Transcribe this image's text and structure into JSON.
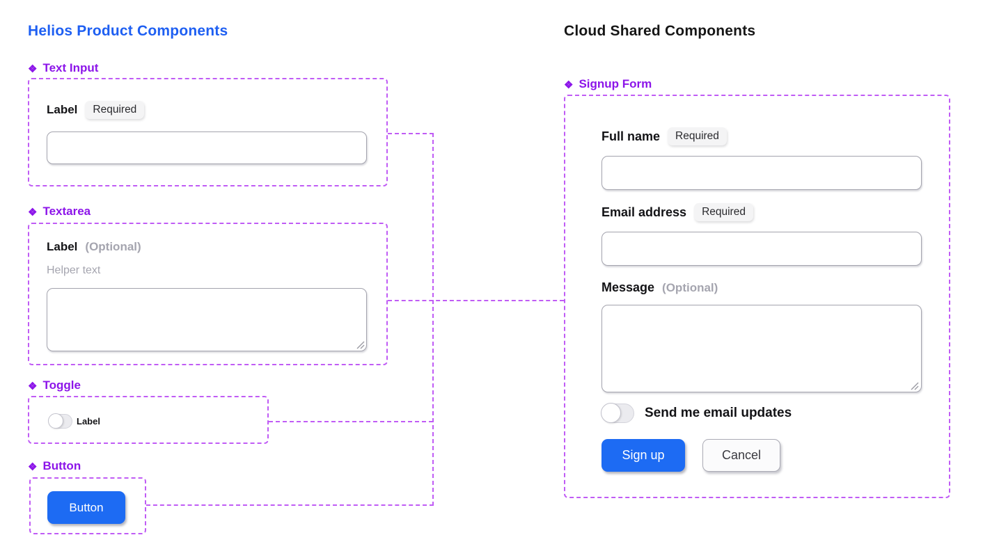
{
  "titles": {
    "left": "Helios Product Components",
    "right": "Cloud Shared Components"
  },
  "icons": {
    "component_glyph": "❖"
  },
  "colors": {
    "left_title_blue": "#1E5FF2",
    "right_title_black": "#161616",
    "component_heading_purple": "#8C15E9",
    "dashed_outline_purple": "#C05CF5",
    "primary_button_blue": "#1D6BF3",
    "muted_text_gray": "#A5A5AF",
    "badge_background": "#F4F4F5"
  },
  "library": {
    "text_input": {
      "heading": "Text Input",
      "label": "Label",
      "badge": "Required",
      "value": ""
    },
    "textarea": {
      "heading": "Textarea",
      "label": "Label",
      "optional": "(Optional)",
      "helper": "Helper text",
      "value": ""
    },
    "toggle": {
      "heading": "Toggle",
      "label": "Label",
      "state": "off"
    },
    "button": {
      "heading": "Button",
      "label": "Button"
    }
  },
  "signup_form": {
    "heading": "Signup Form",
    "full_name": {
      "label": "Full name",
      "badge": "Required",
      "value": ""
    },
    "email": {
      "label": "Email address",
      "badge": "Required",
      "value": ""
    },
    "message": {
      "label": "Message",
      "optional": "(Optional)",
      "value": ""
    },
    "email_updates": {
      "label": "Send me email updates",
      "state": "off"
    },
    "actions": {
      "submit": "Sign up",
      "cancel": "Cancel"
    }
  }
}
